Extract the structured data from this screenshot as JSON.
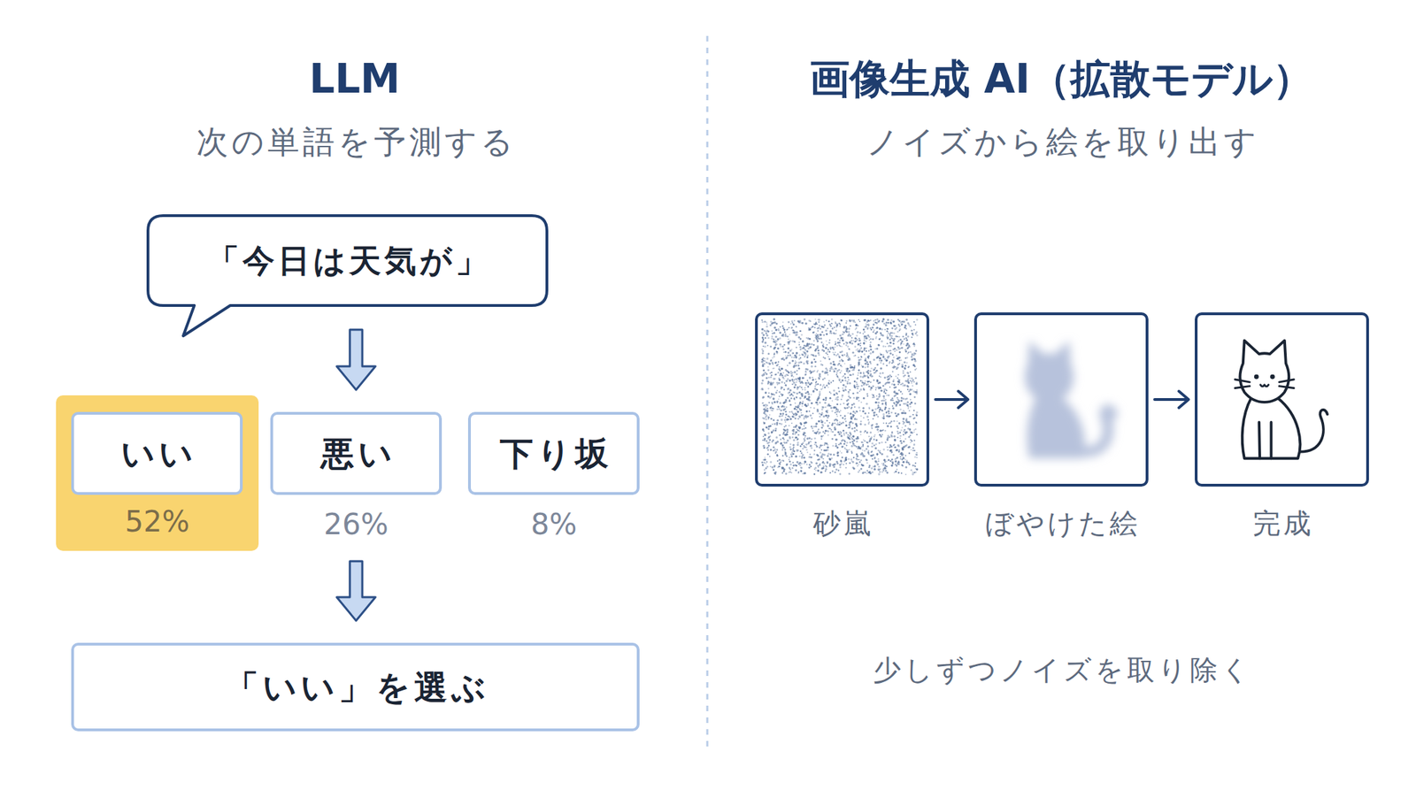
{
  "diagram": {
    "nodes": [
      {
        "text": [
          "「今日は天気が」"
        ]
      },
      {
        "text": [
          "52%"
        ]
      },
      {
        "text": [
          "いい"
        ],
        "in": 1
      },
      {
        "text": [
          "悪い",
          "26%"
        ]
      },
      {
        "text": [
          "下り坂",
          "8%"
        ]
      },
      {
        "text": [
          "「いい」を選ぶ"
        ]
      },
      {
        "text": [
          "砂嵐"
        ]
      },
      {
        "text": [
          "ぼやけた絵"
        ]
      },
      {
        "text": [
          "完成"
        ]
      }
    ],
    "edges": [
      {
        "from": 0,
        "to": 3,
        "arrow": "to"
      },
      {
        "from": 3,
        "to": 5,
        "arrow": "to"
      },
      {
        "from": 6,
        "to": 7,
        "arrow": "to"
      },
      {
        "from": 7,
        "to": 8,
        "arrow": "to"
      }
    ],
    "labels": [
      "LLM",
      "次の単語を予測する",
      "画像生成 AI（拡散モデル）",
      "ノイズから絵を取り出す",
      "少しずつノイズを取り除く"
    ]
  }
}
